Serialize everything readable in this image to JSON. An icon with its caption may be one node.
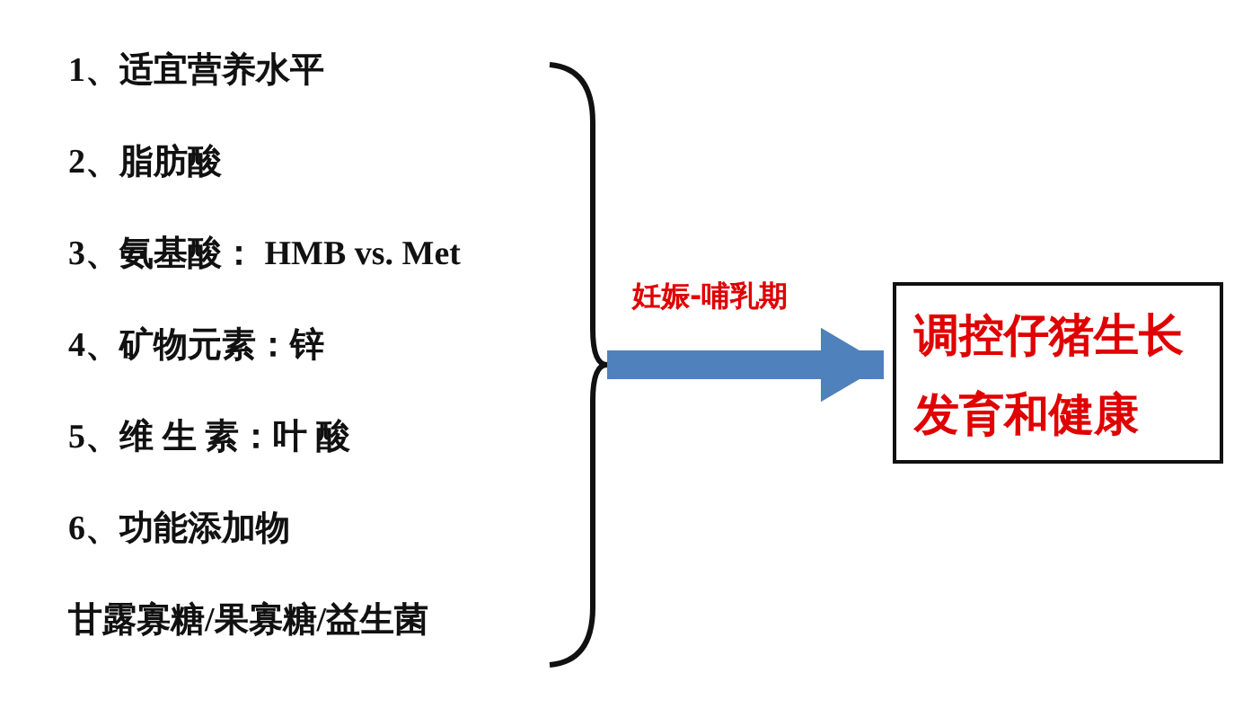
{
  "diagram": {
    "nodes": [
      {
        "text": [
          "1、适宜营养水平",
          "2、脂肪酸",
          "3、氨基酸： HMB vs. Met",
          "4、矿物元素：锌",
          "5、维 生 素：叶 酸",
          "6、功能添加物",
          "甘露寡糖/果寡糖/益生菌"
        ]
      },
      {
        "text": [
          "调控仔猪生长发育和健康"
        ]
      }
    ],
    "edges": [
      {
        "from": 0,
        "to": 1,
        "arrow": "to",
        "label": "妊娠-哺乳期",
        "color": "#4f81bd"
      }
    ]
  }
}
